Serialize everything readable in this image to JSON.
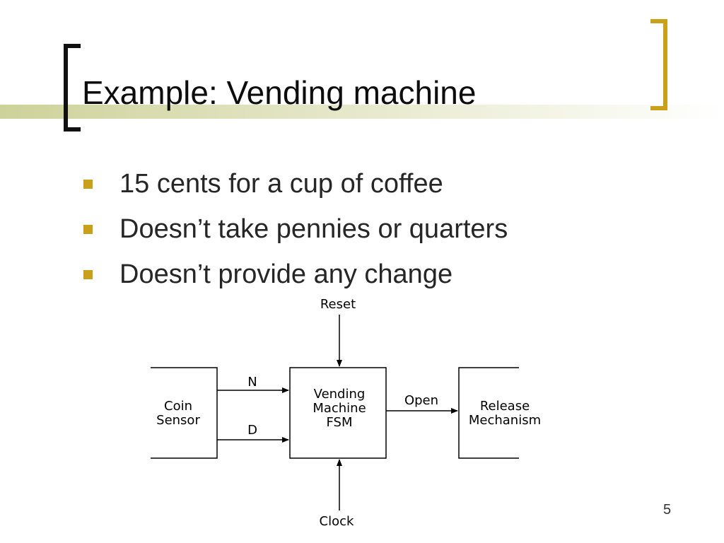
{
  "slide": {
    "title": "Example: Vending machine",
    "page_number": "5",
    "bullets": [
      "15 cents for a cup of coffee",
      "Doesn’t take pennies or quarters",
      "Doesn’t provide any change"
    ]
  },
  "diagram": {
    "nodes": {
      "coin_sensor": [
        "Coin",
        "Sensor"
      ],
      "fsm": [
        "Vending",
        "Machine",
        "FSM"
      ],
      "release": [
        "Release",
        "Mechanism"
      ]
    },
    "signals": {
      "reset": "Reset",
      "clock": "Clock",
      "n": "N",
      "d": "D",
      "open": "Open"
    }
  },
  "colors": {
    "accent_gold": "#c9a017",
    "title_band": "#cdd29a",
    "text": "#262626"
  }
}
